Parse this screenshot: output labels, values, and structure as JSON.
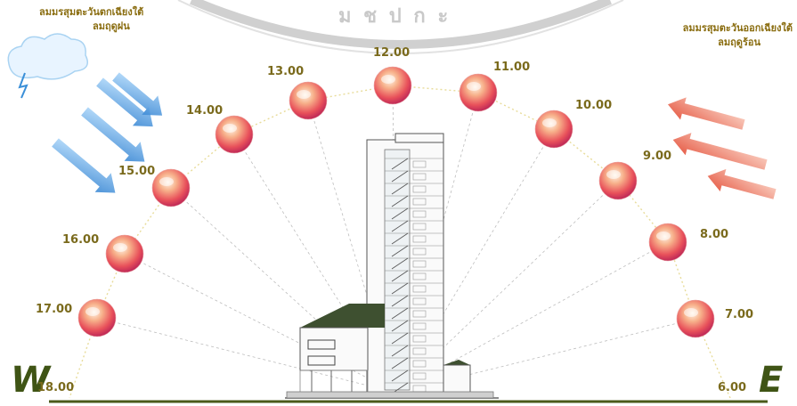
{
  "header": {
    "watermark_text": "ม ช ป ก ะ"
  },
  "west_wind": {
    "line1": "ลมมรสุมตะวันตกเฉียงใต้",
    "line2": "ลมฤดูฝน"
  },
  "east_wind": {
    "line1": "ลมมรสุมตะวันออกเฉียงใต้",
    "line2": "ลมฤดูร้อน"
  },
  "directions": {
    "west": "W",
    "east": "E"
  },
  "sun_path": {
    "times": [
      "6.00",
      "7.00",
      "8.00",
      "9.00",
      "10.00",
      "11.00",
      "12.00",
      "13.00",
      "14.00",
      "15.00",
      "16.00",
      "17.00",
      "18.00"
    ]
  },
  "colors": {
    "sun_core": "#fff2e0",
    "sun_mid": "#f08a6a",
    "sun_edge": "#c8305a",
    "label": "#7a6a1c",
    "ground": "#4a5a1a",
    "rain_wind": "#3a8fd8",
    "hot_wind": "#e8604a",
    "roof": "#3e5030"
  },
  "icons": [
    "rain-cloud-icon",
    "lightning-icon",
    "rain-wind-arrow-icon",
    "hot-wind-arrow-icon"
  ]
}
